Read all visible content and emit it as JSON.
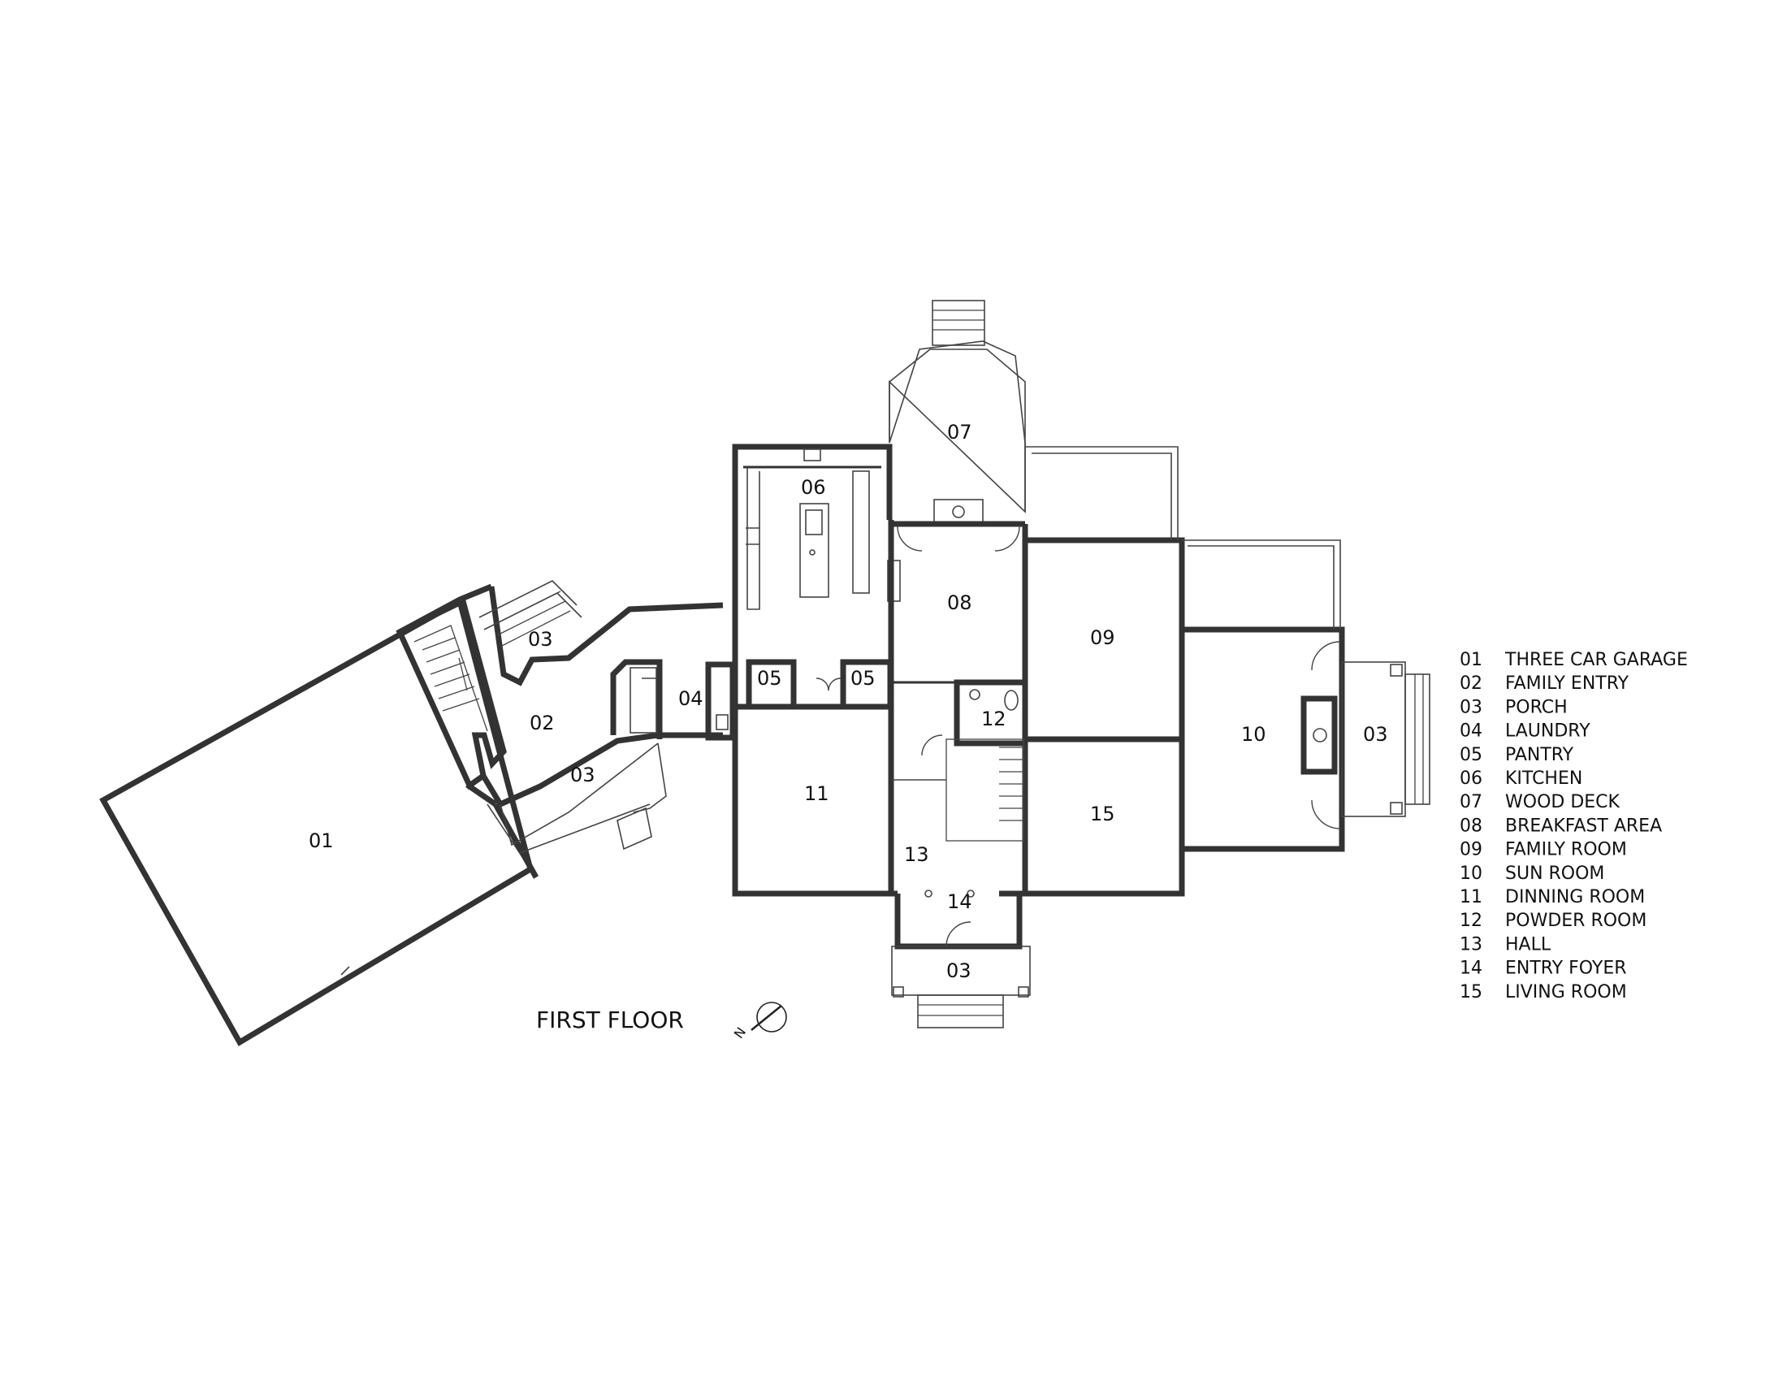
{
  "drawing_title": "FIRST FLOOR",
  "north_label": "N",
  "room_labels": {
    "garage": "01",
    "family_entry": "02",
    "porch_north": "03",
    "porch_south": "03",
    "porch_front": "03",
    "porch_east": "03",
    "laundry": "04",
    "pantry_left": "05",
    "pantry_right": "05",
    "kitchen": "06",
    "wood_deck": "07",
    "breakfast": "08",
    "family_room": "09",
    "sun_room": "10",
    "dining": "11",
    "powder": "12",
    "hall": "13",
    "foyer": "14",
    "living": "15"
  },
  "legend": [
    {
      "num": "01",
      "name": "THREE CAR GARAGE"
    },
    {
      "num": "02",
      "name": "FAMILY ENTRY"
    },
    {
      "num": "03",
      "name": "PORCH"
    },
    {
      "num": "04",
      "name": "LAUNDRY"
    },
    {
      "num": "05",
      "name": "PANTRY"
    },
    {
      "num": "06",
      "name": "KITCHEN"
    },
    {
      "num": "07",
      "name": "WOOD DECK"
    },
    {
      "num": "08",
      "name": "BREAKFAST AREA"
    },
    {
      "num": "09",
      "name": "FAMILY ROOM"
    },
    {
      "num": "10",
      "name": "SUN ROOM"
    },
    {
      "num": "11",
      "name": "DINNING ROOM"
    },
    {
      "num": "12",
      "name": "POWDER ROOM"
    },
    {
      "num": "13",
      "name": "HALL"
    },
    {
      "num": "14",
      "name": "ENTRY FOYER"
    },
    {
      "num": "15",
      "name": "LIVING ROOM"
    }
  ]
}
